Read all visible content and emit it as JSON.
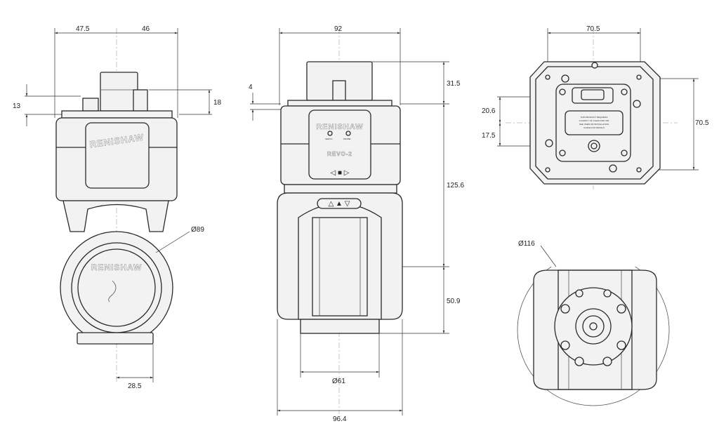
{
  "drawing": {
    "side_view": {
      "dims": {
        "width_left": "47.5",
        "width_right": "46",
        "height_13": "13",
        "height_18": "18",
        "ring_diameter": "Ø89",
        "base_offset": "28.5"
      },
      "logo": "RENISHAW"
    },
    "front_view": {
      "dims": {
        "width_top": "92",
        "gap_4": "4",
        "top_height": "31.5",
        "body_height": "125.6",
        "lower_height": "50.9",
        "base_diameter": "Ø61",
        "overall_width": "96.4"
      },
      "logo": "RENISHAW",
      "model": "REVO-2",
      "led_labels": [
        "SERVO",
        "PROBE"
      ]
    },
    "rear_view": {
      "dims": {
        "width": "70.5",
        "height": "70.5",
        "offset_20_6": "20.6",
        "offset_17_5": "17.5"
      },
      "label_lines": [
        "THIS PRODUCT REQUIRES",
        "A SUPPLY OF CLEAN DRY AIR",
        "SEE USER OR INSTALLATION",
        "GUIDE FOR DETAILS"
      ]
    },
    "bottom_view": {
      "dims": {
        "diameter": "Ø116"
      }
    }
  }
}
